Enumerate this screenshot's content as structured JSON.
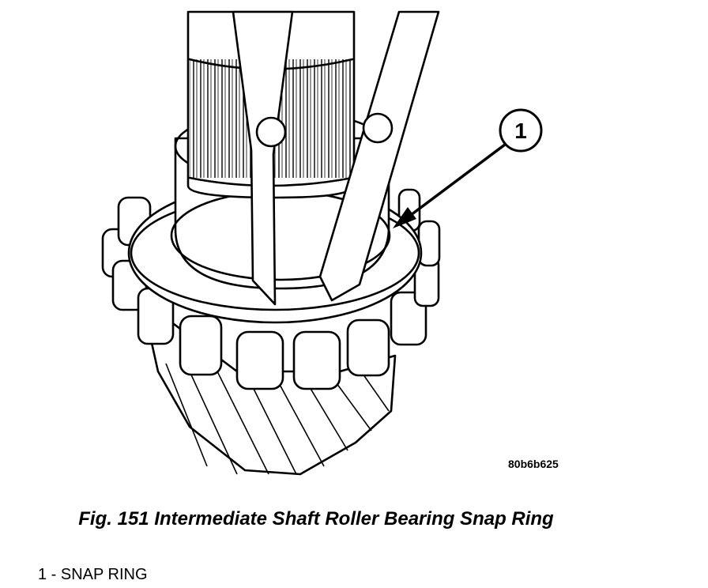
{
  "figure": {
    "image_code": "80b6b625",
    "caption": "Fig. 151 Intermediate Shaft Roller Bearing Snap Ring",
    "callout_number": "1",
    "legend": [
      {
        "number": "1",
        "text": "1 - SNAP RING"
      }
    ]
  },
  "colors": {
    "ink": "#000000",
    "paper": "#ffffff"
  }
}
